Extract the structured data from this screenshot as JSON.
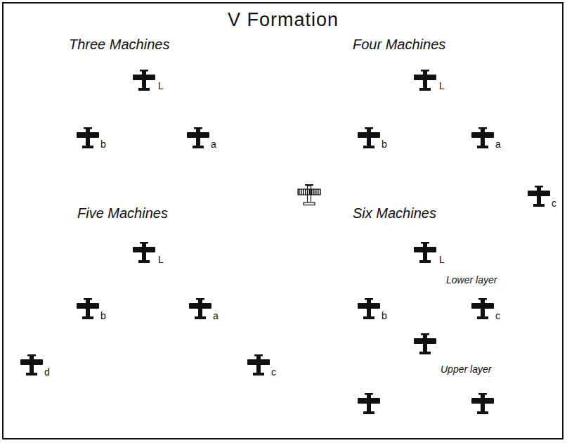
{
  "diagram": {
    "title": "V Formation",
    "labels": [
      "Three Machines",
      "L",
      "b",
      "a",
      "Four Machines",
      "L",
      "b",
      "a",
      "c",
      "Five Machines",
      "L",
      "b",
      "a",
      "d",
      "c",
      "Six Machines",
      "L",
      "Lower layer",
      "b",
      "c",
      "Upper layer"
    ]
  }
}
